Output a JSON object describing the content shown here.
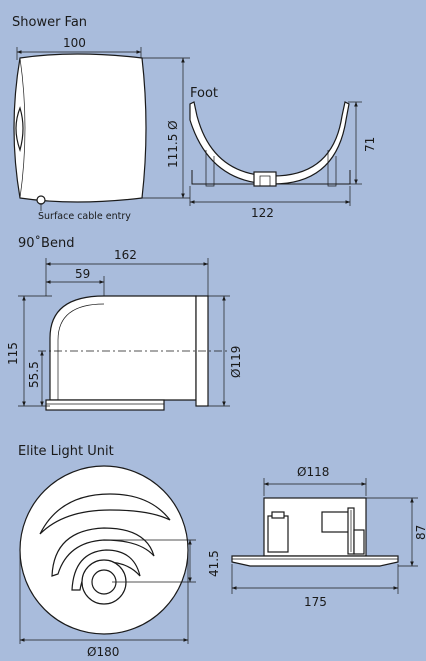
{
  "shower_fan": {
    "title": "Shower Fan",
    "width": "100",
    "diameter": "111.5 Ø",
    "cable_note": "Surface cable entry"
  },
  "foot": {
    "title": "Foot",
    "height": "71",
    "width": "122"
  },
  "bend": {
    "title": "90˚Bend",
    "overall_length": "162",
    "offset_length": "59",
    "height": "115",
    "center_height": "55.5",
    "diameter": "Ø119"
  },
  "light_unit": {
    "title": "Elite Light Unit",
    "diameter": "Ø180",
    "offset": "41.5",
    "top_diameter": "Ø118",
    "height": "87",
    "flange_width": "175"
  }
}
